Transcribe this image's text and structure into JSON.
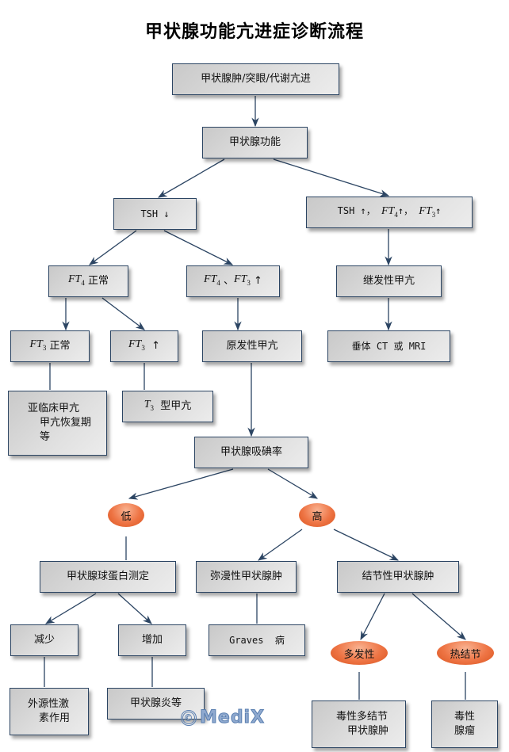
{
  "title": "甲状腺功能亢进症诊断流程",
  "colors": {
    "box_border": "#2c4563",
    "box_fill": "#d9d9d9",
    "ellipse_fill": "#ee7444",
    "arrow": "#2c4563"
  },
  "nodes": {
    "start": "甲状腺肿/突眼/代谢亢进",
    "thyroid_function": "甲状腺功能",
    "tsh_low": "TSH ↓",
    "tsh_high": {
      "a": "TSH ↑，",
      "ft4": "FT",
      "ft4_sub": "4",
      "b": "↑，",
      "ft3": "FT",
      "ft3_sub": "3",
      "c": "↑"
    },
    "ft4_normal": {
      "ft": "FT",
      "sub": "4",
      "text": "正常"
    },
    "ft4_ft3_high": {
      "ft4": "FT",
      "ft4_sub": "4",
      "sep": "、",
      "ft3": "FT",
      "ft3_sub": "3",
      "arrow": "↑"
    },
    "secondary": "继发性甲亢",
    "ft3_normal": {
      "ft": "FT",
      "sub": "3",
      "text": "正常"
    },
    "ft3_high": {
      "ft": "FT",
      "sub": "3",
      "arrow": "↑"
    },
    "primary": "原发性甲亢",
    "pituitary": "垂体 CT 或 MRI",
    "subclinical": {
      "line1": "亚临床甲亢",
      "line2": "甲亢恢复期",
      "line3": "等"
    },
    "t3_type": {
      "t": "T",
      "sub": "3",
      "text": "型甲亢"
    },
    "iodine_uptake": "甲状腺吸碘率",
    "low": "低",
    "high": "高",
    "thyroglobulin": "甲状腺球蛋白测定",
    "diffuse": "弥漫性甲状腺肿",
    "nodular": "结节性甲状腺肿",
    "decreased": "减少",
    "increased": "增加",
    "graves": "Graves  病",
    "multiple": "多发性",
    "hot_nodule": "热结节",
    "exogenous": {
      "line1": "外源性激",
      "line2": "素作用"
    },
    "thyroiditis": "甲状腺炎等",
    "toxic_multinodular": {
      "line1": "毒性多结节",
      "line2": "甲状腺肿"
    },
    "toxic_adenoma": {
      "line1": "毒性",
      "line2": "腺瘤"
    }
  },
  "watermark": {
    "symbol": "©",
    "text": "MediX"
  }
}
